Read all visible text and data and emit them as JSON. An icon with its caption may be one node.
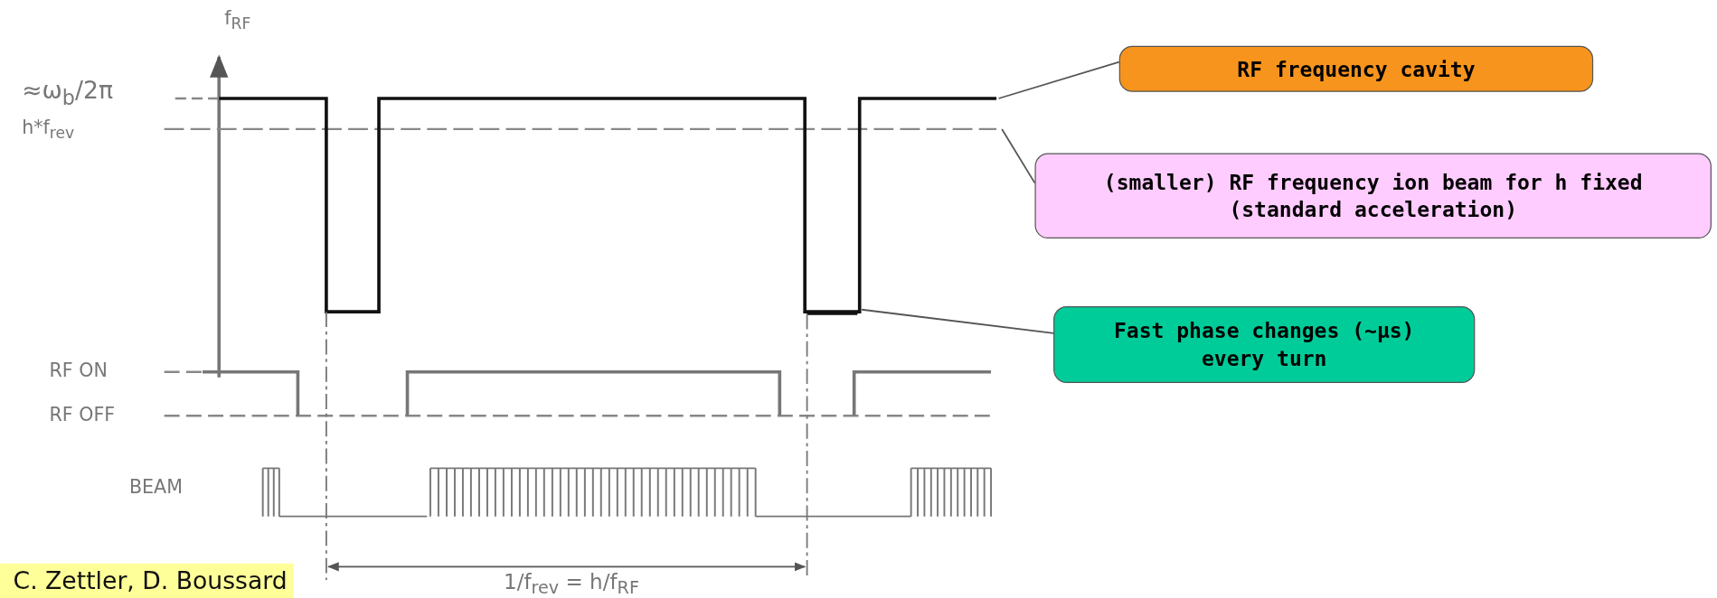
{
  "diagram": {
    "nodes": [
      {
        "text": [
          "RF frequency cavity"
        ]
      },
      {
        "text": [
          "(smaller) RF frequency ion beam for h fixed (standard acceleration)"
        ]
      },
      {
        "text": [
          "Fast phase changes (~μs) every turn"
        ]
      }
    ],
    "edges": [
      {
        "from": 0,
        "to": null,
        "arrow": "none"
      },
      {
        "from": 1,
        "to": null,
        "arrow": "none"
      },
      {
        "from": 2,
        "to": null,
        "arrow": "none"
      }
    ],
    "labels": [
      "f$_{RF}$",
      "≈ω$_{b}$/2π",
      "h*f$_{rev}$",
      "RF ON",
      "RF OFF",
      "BEAM",
      "1/f$_{rev}$ = h/f$_{RF}$",
      "C. Zettler, D. Boussard"
    ]
  }
}
